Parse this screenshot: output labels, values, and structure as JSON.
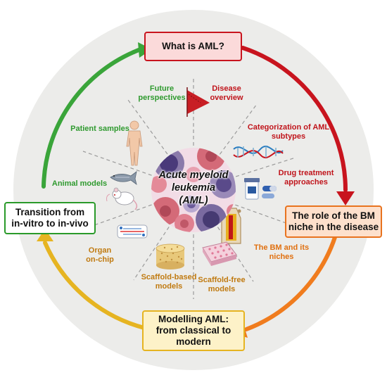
{
  "center": {
    "title": "Acute myeloid\nleukemia\n(AML)"
  },
  "boxes": {
    "top": "What is AML?",
    "right": "The role of the BM\nniche in the disease",
    "bottom": "Modelling AML:\nfrom classical to\nmodern",
    "left": "Transition from\nin-vitro to in-vivo"
  },
  "segments": {
    "future_perspectives": "Future\nperspectives",
    "disease_overview": "Disease\noverview",
    "categorization": "Categorization of AML\nsubtypes",
    "drug_treatment": "Drug treatment\napproaches",
    "bm_niches": "The BM and its\nniches",
    "scaffold_free": "Scaffold-free\nmodels",
    "scaffold_based": "Scaffold-based\nmodels",
    "organ_on_chip": "Organ\non-chip",
    "animal_models": "Animal models",
    "patient_samples": "Patient samples"
  },
  "colors": {
    "background": "#ececea",
    "red": "#c8141e",
    "orange": "#f07c1e",
    "yellow": "#e6b421",
    "green": "#3aa53a",
    "text_red": "#c0151c",
    "text_orange": "#e07010",
    "text_tan": "#c07a10",
    "text_green": "#2f9a2f"
  },
  "icons": [
    "red-flag-icon",
    "dna-strand-icon",
    "pill-bottle-icon",
    "bone-marrow-icon",
    "well-plate-icon",
    "scaffold-cylinder-icon",
    "organ-chip-icon",
    "mouse-icon",
    "zebrafish-icon",
    "human-body-icon"
  ]
}
